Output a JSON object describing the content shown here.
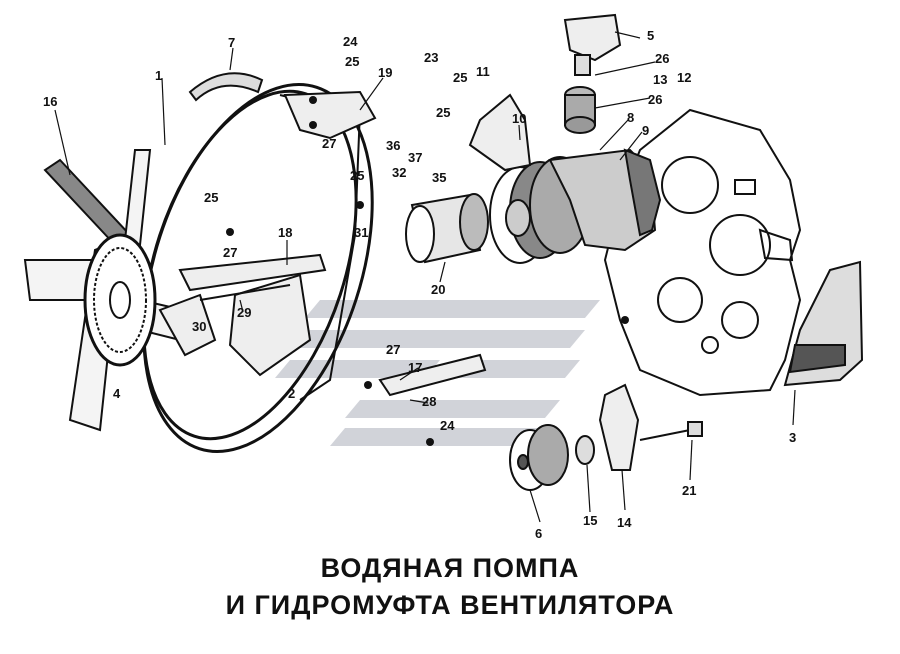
{
  "title": {
    "line1": "ВОДЯНАЯ ПОМПА",
    "line2": "И ГИДРОМУФТА ВЕНТИЛЯТОРА"
  },
  "watermark": {
    "name": "logo-watermark",
    "color": "#c9ccd3"
  },
  "callouts": [
    "1",
    "2",
    "3",
    "4",
    "5",
    "6",
    "7",
    "8",
    "9",
    "10",
    "11",
    "12",
    "13",
    "14",
    "15",
    "16",
    "17",
    "18",
    "19",
    "20",
    "21",
    "23",
    "24",
    "24",
    "25",
    "25",
    "25",
    "25",
    "25",
    "26",
    "26",
    "27",
    "27",
    "27",
    "28",
    "29",
    "30",
    "31",
    "32",
    "35",
    "36",
    "37"
  ]
}
